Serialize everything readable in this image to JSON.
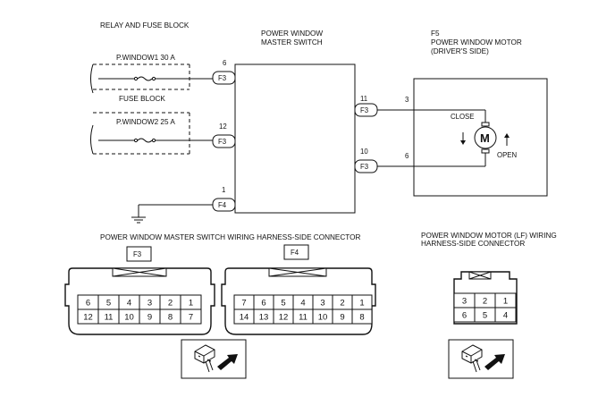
{
  "relay_block": {
    "title": "RELAY AND FUSE BLOCK",
    "fuse1_label": "P.WINDOW1 30 A",
    "fuse_block_title": "FUSE BLOCK",
    "fuse2_label": "P.WINDOW2 25 A"
  },
  "master_switch": {
    "title_line1": "POWER WINDOW",
    "title_line2": "MASTER SWITCH",
    "pins": [
      {
        "num": "6",
        "conn": "F3"
      },
      {
        "num": "12",
        "conn": "F3"
      },
      {
        "num": "1",
        "conn": "F4"
      },
      {
        "num": "11",
        "conn": "F3"
      },
      {
        "num": "10",
        "conn": "F3"
      }
    ]
  },
  "motor": {
    "id": "F5",
    "title_line1": "POWER WINDOW MOTOR",
    "title_line2": "(DRIVER'S SIDE)",
    "pin_close": "3",
    "pin_open": "6",
    "close_label": "CLOSE",
    "open_label": "OPEN",
    "symbol": "M"
  },
  "connectors": {
    "master_title": "POWER WINDOW MASTER SWITCH WIRING HARNESS-SIDE CONNECTOR",
    "f3": {
      "label": "F3",
      "row1": [
        "6",
        "5",
        "4",
        "3",
        "2",
        "1"
      ],
      "row2": [
        "12",
        "11",
        "10",
        "9",
        "8",
        "7"
      ]
    },
    "f4": {
      "label": "F4",
      "row1": [
        "7",
        "6",
        "5",
        "4",
        "3",
        "2",
        "1"
      ],
      "row2": [
        "14",
        "13",
        "12",
        "11",
        "10",
        "9",
        "8"
      ]
    },
    "motor_title_line1": "POWER WINDOW MOTOR (LF) WIRING",
    "motor_title_line2": "HARNESS-SIDE CONNECTOR",
    "f5": {
      "row1": [
        "3",
        "2",
        "1"
      ],
      "row2": [
        "6",
        "5",
        "4"
      ]
    }
  },
  "icons": [
    "fuse-icon",
    "ground-icon",
    "motor-icon",
    "arrow-down-icon",
    "arrow-up-icon",
    "connector-hand-icon"
  ]
}
